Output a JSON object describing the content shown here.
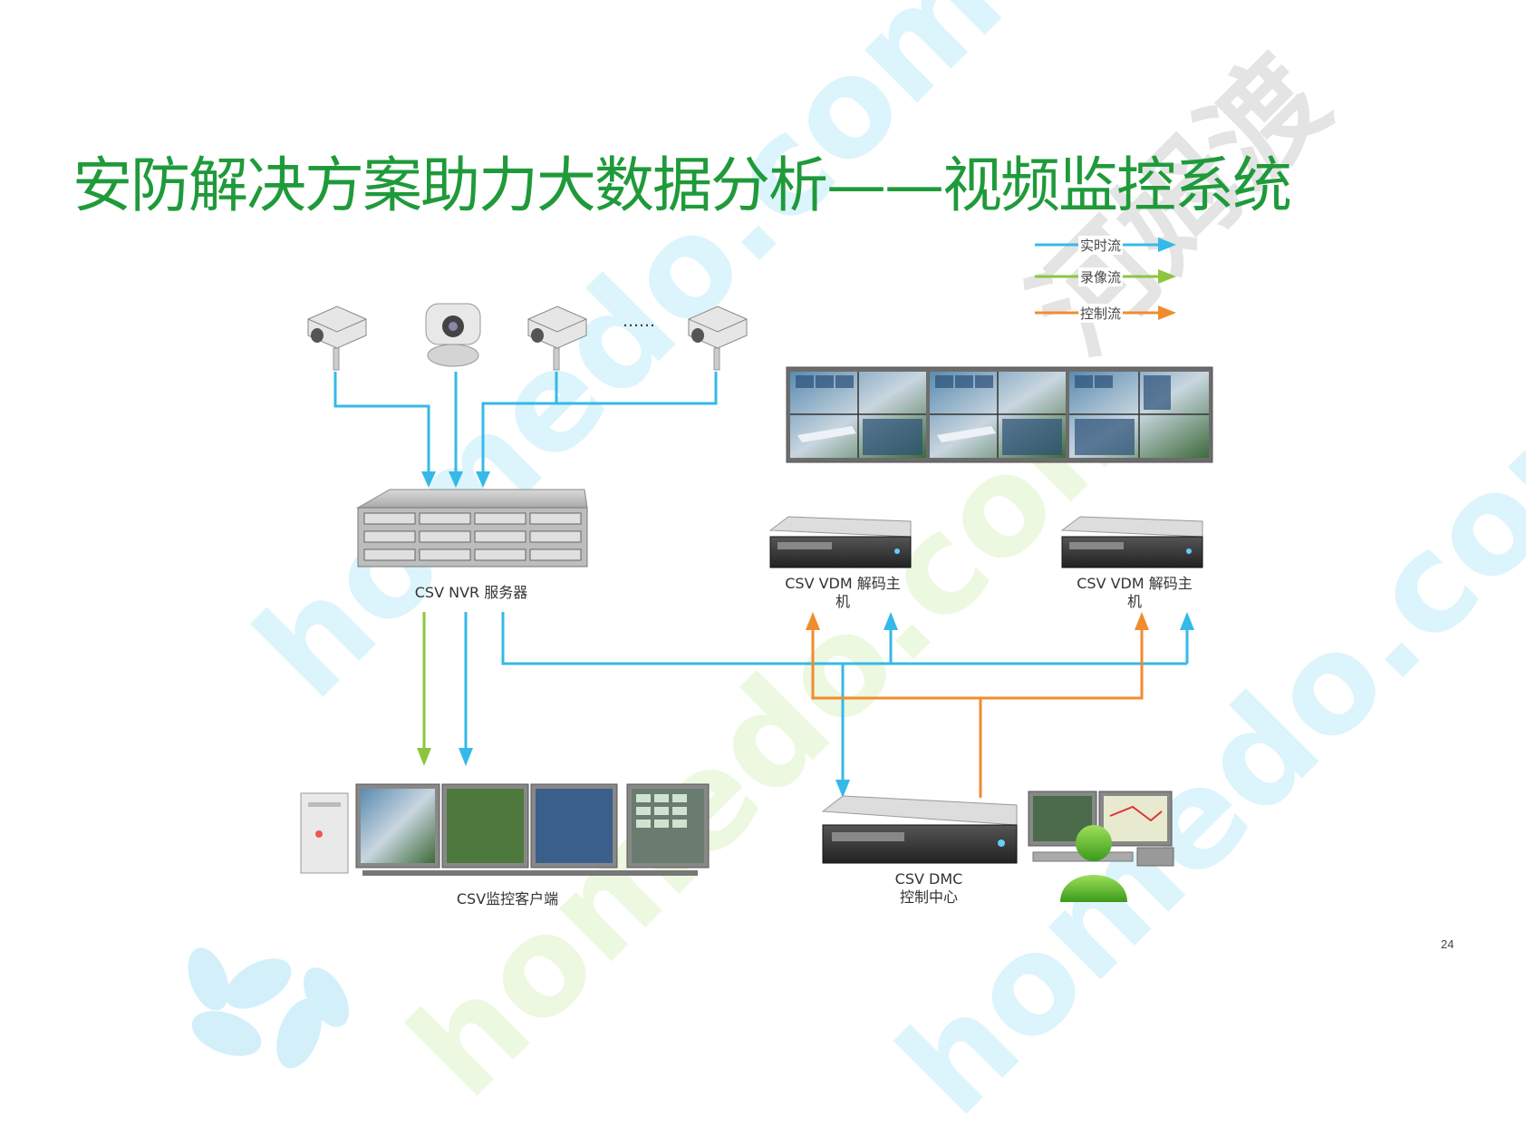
{
  "slide": {
    "title": "安防解决方案助力大数据分析——视频监控系统",
    "page_number": "24"
  },
  "legend": {
    "items": [
      {
        "label": "实时流",
        "color": "#35b9e8"
      },
      {
        "label": "录像流",
        "color": "#8cc63f"
      },
      {
        "label": "控制流",
        "color": "#f08c2e"
      }
    ]
  },
  "nodes": {
    "nvr_label": "CSV NVR 服务器",
    "vdm1_label_line1": "CSV VDM 解码主",
    "vdm1_label_line2": "机",
    "vdm2_label_line1": "CSV VDM 解码主",
    "vdm2_label_line2": "机",
    "client_label": "CSV监控客户端",
    "dmc_label_line1": "CSV DMC",
    "dmc_label_line2": "控制中心",
    "camera_ellipsis": "……"
  },
  "watermark": {
    "text1": "homedo.com",
    "text2": "河姆渡",
    "color_blue": "#c8f0fb",
    "color_green": "#e8f7d8",
    "color_gray": "#e3e3e3"
  },
  "colors": {
    "title": "#1f9a3a",
    "realtime": "#35b9e8",
    "recording": "#8cc63f",
    "control": "#f08c2e"
  }
}
